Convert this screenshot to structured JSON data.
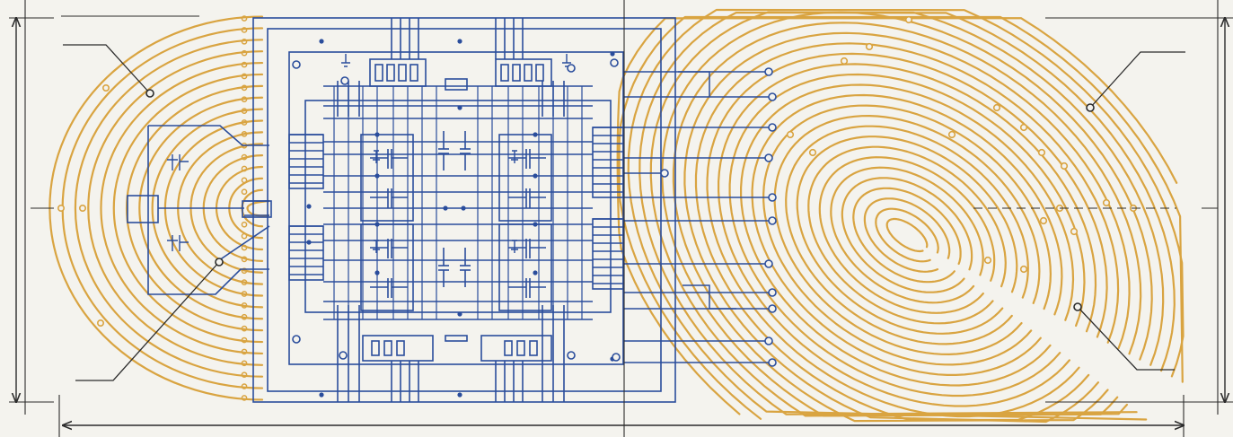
{
  "title": "",
  "colors": {
    "background": "#f4f3ee",
    "fingerprint": "#d9a441",
    "circuit": "#2a4d9c",
    "dimension_lines": "#2b2b2b"
  },
  "panels": [
    {
      "name": "fingerprint-left",
      "kind": "fingerprint",
      "style": "concentric-arcs"
    },
    {
      "name": "circuit-center",
      "kind": "circuit",
      "style": "integrated-chip-schematic"
    },
    {
      "name": "fingerprint-right",
      "kind": "fingerprint",
      "style": "whorl-loop"
    }
  ],
  "callouts": [
    {
      "name": "callout-top-left",
      "label": ""
    },
    {
      "name": "callout-bottom-left",
      "label": ""
    },
    {
      "name": "callout-top-right",
      "label": ""
    },
    {
      "name": "callout-bottom-right",
      "label": ""
    }
  ],
  "icons": [
    "resistor-icon",
    "capacitor-icon",
    "transistor-icon",
    "ground-icon"
  ],
  "dimension_lines": {
    "horizontal": true,
    "left_vertical": true,
    "right_vertical": true
  }
}
